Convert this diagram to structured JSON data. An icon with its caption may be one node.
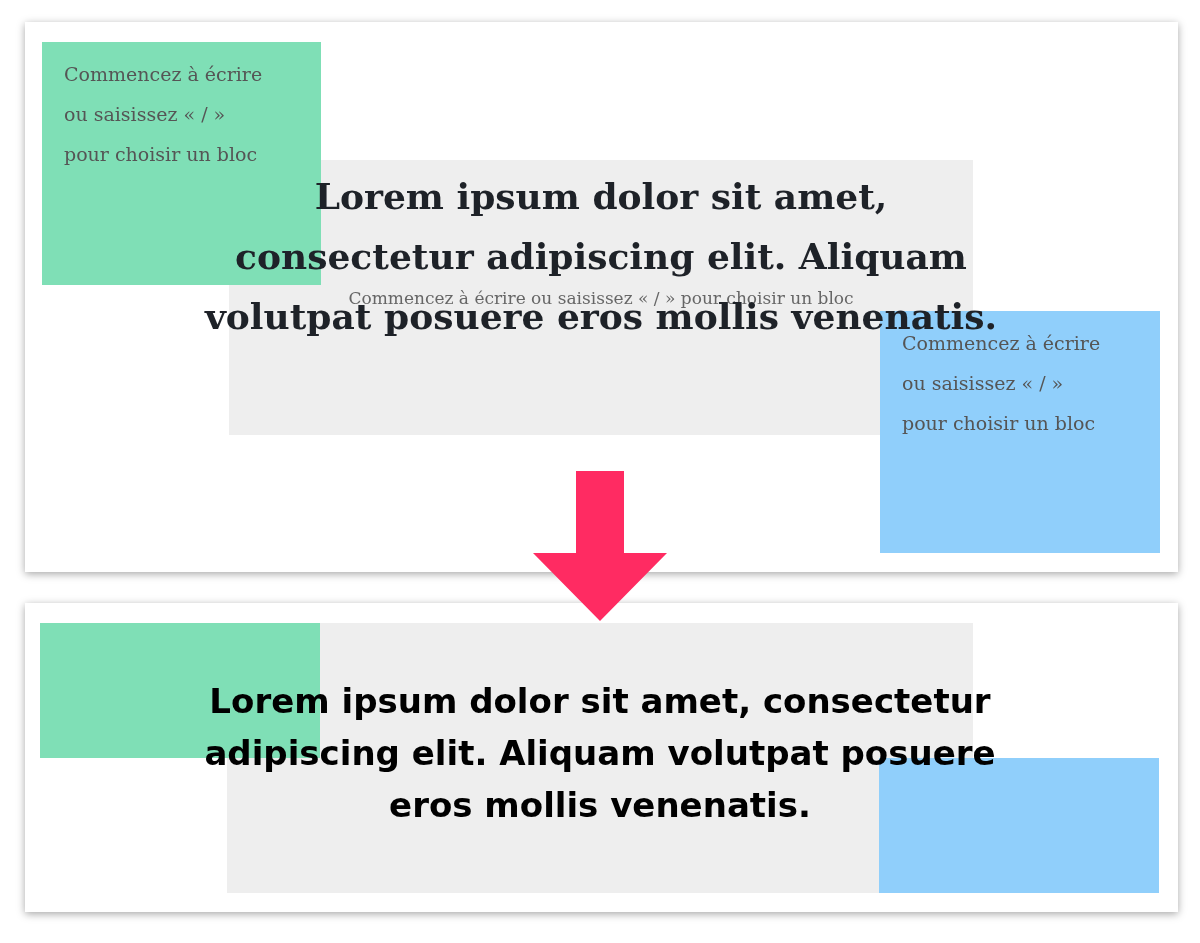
{
  "diagram": {
    "nodes": [
      {
        "text": [],
        "shape": "box"
      },
      {
        "text": [
          "Commencez à écrire ou saisissez « / » pour choisir un bloc"
        ],
        "in": 0
      },
      {
        "text": [
          "Lorem ipsum dolor sit amet, consectetur adipiscing elit. Aliquam volutpat posuere eros mollis venenatis.",
          "Commencez à écrire ou saisissez « / » pour choisir un bloc"
        ],
        "in": 0
      },
      {
        "text": [
          "Commencez à écrire ou saisissez « / » pour choisir un bloc"
        ],
        "in": 0
      },
      {
        "text": [],
        "shape": "box"
      },
      {
        "text": [],
        "shape": "box",
        "in": 4
      },
      {
        "text": [
          "Lorem ipsum dolor sit amet, consectetur adipiscing elit. Aliquam volutpat posuere eros mollis venenatis."
        ],
        "in": 4
      },
      {
        "text": [],
        "shape": "box",
        "in": 4
      }
    ],
    "edges": [
      {
        "from": 0,
        "to": 4,
        "arrow": "to"
      }
    ]
  }
}
